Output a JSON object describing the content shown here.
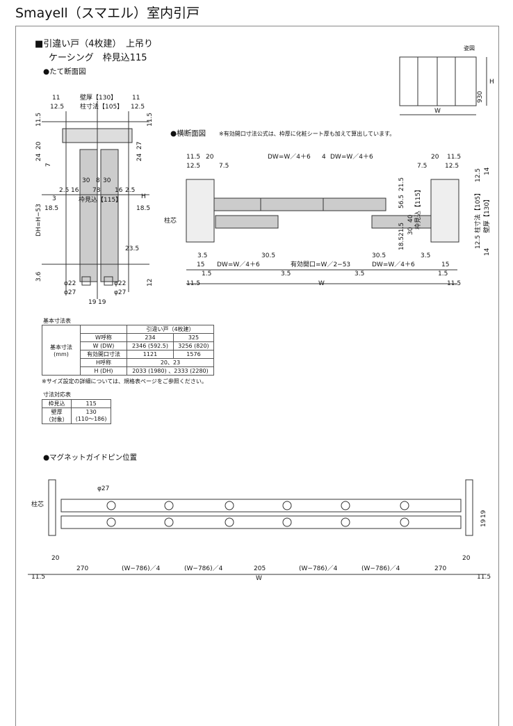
{
  "title": "Smayell（スマエル）室内引戸",
  "heading1": "■引違い戸（4枚建）　上吊り",
  "heading2": "ケーシング　枠見込115",
  "sections": {
    "vertical": "●たて断面図",
    "horizontal": "●横断面図",
    "magnet": "●マグネットガイドピン位置",
    "elevation": "姿図"
  },
  "horizontal_note": "※有効開口寸法公式は、枠厚に化粧シート厚も加えて算出しています。",
  "elevation_labels": {
    "w": "W",
    "h": "H",
    "h930": "930"
  },
  "vertical_labels": [
    "壁厚【130】",
    "柱寸法【105】",
    "11",
    "11",
    "12.5",
    "12.5",
    "11.5",
    "11.5",
    "20",
    "24",
    "27",
    "24",
    "7",
    "30",
    "8",
    "30",
    "2.5",
    "16",
    "78",
    "16",
    "2.5",
    "3",
    "18.5",
    "18.5",
    "枠見込【115】",
    "DH=H−53",
    "H",
    "23.5",
    "3.6",
    "12",
    "φ22",
    "φ22",
    "φ27",
    "φ27",
    "19",
    "19"
  ],
  "horizontal_labels": [
    "11.5",
    "20",
    "12.5",
    "7.5",
    "DW=W／4＋6",
    "4",
    "DW=W／4＋6",
    "20",
    "11.5",
    "7.5",
    "12.5",
    "柱芯",
    "3.5",
    "30.5",
    "15",
    "DW=W／4＋6",
    "1.5",
    "有効開口=W／2−53",
    "30.5",
    "3.5",
    "DW=W／4＋6",
    "15",
    "1.5",
    "3.5",
    "3.5",
    "11.5",
    "W",
    "11.5",
    "21.5",
    "56.5",
    "40",
    "30",
    "18.5",
    "21.5",
    "12.5",
    "14",
    "14",
    "12.5",
    "柱寸法【105】",
    "壁厚【130】",
    "枠見込【115】"
  ],
  "magnet_labels": [
    "φ27",
    "柱芯",
    "19",
    "19",
    "20",
    "20",
    "11.5",
    "270",
    "(W−786)／4",
    "(W−786)／4",
    "205",
    "(W−786)／4",
    "(W−786)／4",
    "270",
    "W",
    "11.5"
  ],
  "basic_table": {
    "caption": "基本寸法表",
    "row_header": "基本寸法",
    "unit": "(mm)",
    "type": "引違い戸（4枚建）",
    "rows": [
      {
        "label": "W呼称",
        "a": "234",
        "b": "325"
      },
      {
        "label": "W (DW)",
        "a": "2346 (592.5)",
        "b": "3256 (820)"
      },
      {
        "label": "有効開口寸法",
        "a": "1121",
        "b": "1576"
      }
    ],
    "h_name": {
      "label": "H呼称",
      "v": "20、23"
    },
    "h": {
      "label": "H (DH)",
      "v": "2033 (1980) 、2333 (2280)"
    }
  },
  "table_note": "※サイズ設定の詳細については、規格表ページをご参照ください。",
  "size_table": {
    "caption": "寸法対応表",
    "r1": {
      "label": "枠見込",
      "v": "115"
    },
    "r2": {
      "label": "壁厚",
      "label2": "（対象）",
      "v": "130",
      "v2": "(110〜186)"
    }
  }
}
